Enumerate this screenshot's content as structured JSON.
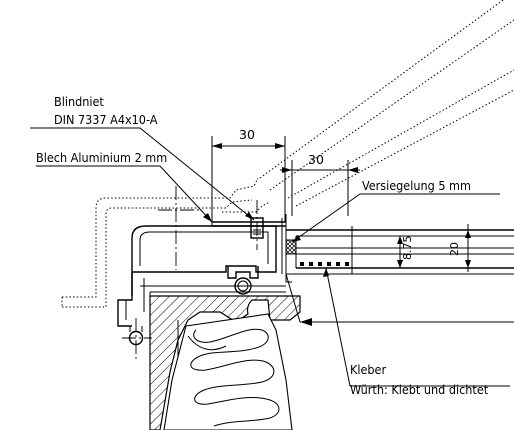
{
  "labels": {
    "blindniet_line1": "Blindniet",
    "blindniet_line2": "DIN 7337 A4x10-A",
    "blech": "Blech Aluminium 2 mm",
    "versiegelung": "Versiegelung 5 mm",
    "kleber_line1": "Kleber",
    "kleber_line2": "Würth: Klebt und dichtet"
  },
  "dimensions": {
    "dim_top": "30",
    "dim_right": "30",
    "dim_glass_inner": "8.75",
    "dim_glass_total": "20"
  },
  "colors": {
    "line": "#000000",
    "background": "#ffffff"
  }
}
